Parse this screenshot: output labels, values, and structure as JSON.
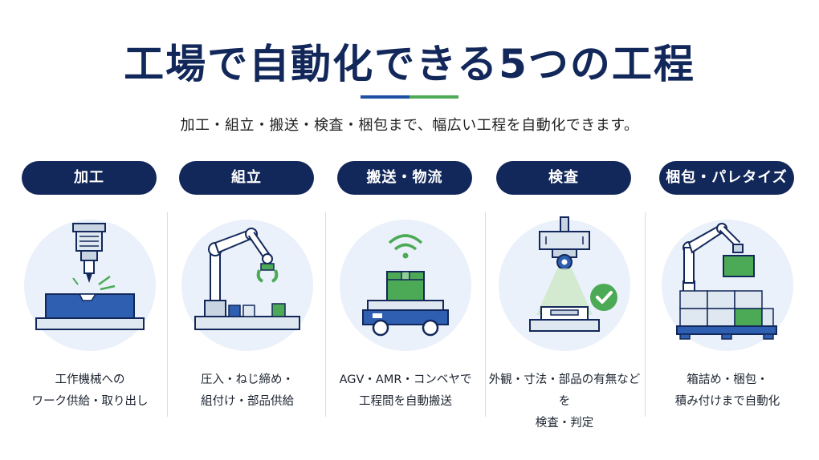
{
  "title": "工場で自動化できる5つの工程",
  "subtitle": "加工・組立・搬送・検査・梱包まで、幅広い工程を自動化できます。",
  "colors": {
    "navy": "#13285a",
    "blue": "#1e4fa3",
    "green": "#4caa56",
    "circle": "#eaf1fa"
  },
  "processes": [
    {
      "label": "加工",
      "icon": "cnc-machining-icon",
      "desc": [
        "工作機械への",
        "ワーク供給・取り出し"
      ]
    },
    {
      "label": "組立",
      "icon": "robot-arm-icon",
      "desc": [
        "圧入・ねじ締め・",
        "組付け・部品供給"
      ]
    },
    {
      "label": "搬送・物流",
      "icon": "agv-icon",
      "desc": [
        "AGV・AMR・コンベヤで",
        "工程間を自動搬送"
      ]
    },
    {
      "label": "検査",
      "icon": "camera-inspection-icon",
      "desc": [
        "外観・寸法・部品の有無などを",
        "検査・判定"
      ]
    },
    {
      "label": "梱包・パレタイズ",
      "icon": "palletizing-robot-icon",
      "desc": [
        "箱詰め・梱包・",
        "積み付けまで自動化"
      ]
    }
  ]
}
